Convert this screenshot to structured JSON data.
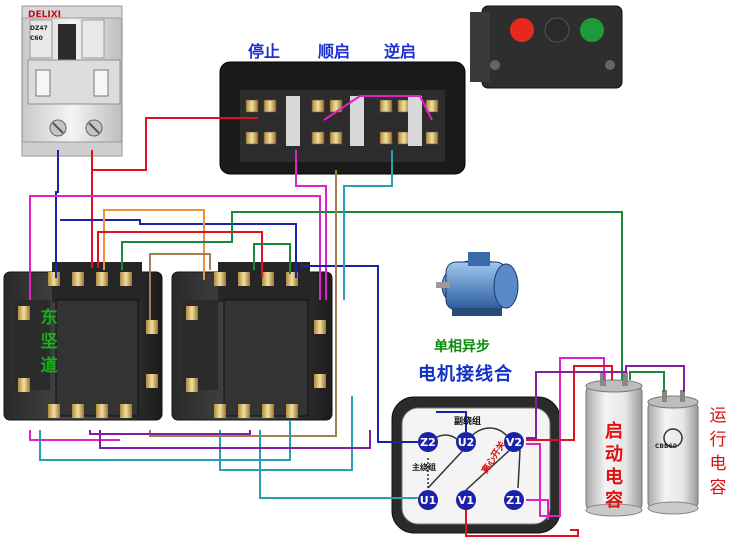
{
  "breaker": {
    "brand": "DELIXI",
    "model": "DZ47",
    "rating": "C60"
  },
  "control_box": {
    "buttons": [
      "停止",
      "顺启",
      "逆启"
    ],
    "button_colors": [
      "#e52a1d",
      "#2a2a2a",
      "#1e9a3a"
    ]
  },
  "contactor_brand": "东 坚 道",
  "motor": {
    "title": "单相异步",
    "subtitle": "电机接线合",
    "terminals": {
      "z2": "Z2",
      "u2": "U2",
      "v2": "V2",
      "u1": "U1",
      "v1": "V1",
      "z1": "Z1"
    },
    "aux_winding_label": "副绕组",
    "main_winding_label": "主绕组",
    "centrifugal_switch_label": "离心开关"
  },
  "capacitors": {
    "start": "启动电容",
    "run": "运行电容",
    "run_brand": "CBB60"
  },
  "colors": {
    "red_wire": "#e01020",
    "blue_wire": "#1a22a8",
    "magenta_wire": "#e020c8",
    "green_wire": "#1a8a3a",
    "orange_wire": "#f0903a",
    "teal_wire": "#28a0b0",
    "tan_wire": "#a08050",
    "purple_wire": "#8020a0"
  }
}
